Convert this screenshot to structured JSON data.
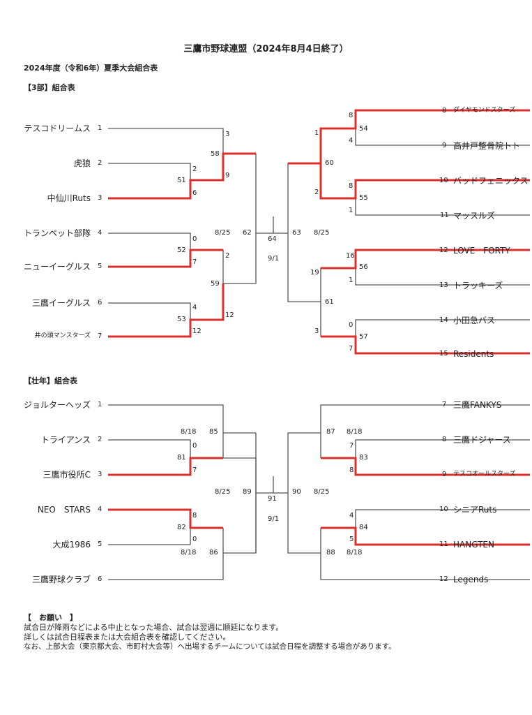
{
  "document": {
    "title": "三鷹市野球連盟（2024年8月4日終了）",
    "subtitle": "2024年度（令和6年）夏季大会組合表"
  },
  "division3": {
    "heading": "【3部】組合表",
    "teams_left": [
      {
        "name": "テスコドリームス",
        "no": "1"
      },
      {
        "name": "虎狼",
        "no": "2"
      },
      {
        "name": "中仙川Ruts",
        "no": "3"
      },
      {
        "name": "トランペット部隊",
        "no": "4"
      },
      {
        "name": "ニューイーグルス",
        "no": "5"
      },
      {
        "name": "三鷹イーグルス",
        "no": "6"
      },
      {
        "name": "井の頭マンスターズ",
        "no": "7"
      }
    ],
    "teams_right": [
      {
        "name": "ダイヤモンドスターズ",
        "no": "8"
      },
      {
        "name": "高井戸整骨院トト",
        "no": "9"
      },
      {
        "name": "バッドフェニックス",
        "no": "10"
      },
      {
        "name": "マッスルズ",
        "no": "11"
      },
      {
        "name": "LOVE　FORTY",
        "no": "12"
      },
      {
        "name": "トラッキーズ",
        "no": "13"
      },
      {
        "name": "小田急バス",
        "no": "14"
      },
      {
        "name": "Residents",
        "no": "15"
      }
    ],
    "games": {
      "g51": "51",
      "g52": "52",
      "g53": "53",
      "g54": "54",
      "g55": "55",
      "g56": "56",
      "g57": "57",
      "g58": "58",
      "g59": "59",
      "g60": "60",
      "g61": "61",
      "g62": "62",
      "g63": "63",
      "g64": "64"
    },
    "scores": {
      "s1": "3",
      "s2": "2",
      "s3": "6",
      "s4": "0",
      "s5": "7",
      "s6": "4",
      "s7": "12",
      "s51": "9",
      "s52": "2",
      "s53": "12",
      "s8": "8",
      "s9": "4",
      "s10": "8",
      "s11": "1",
      "s12": "16",
      "s13": "1",
      "s14": "0",
      "s15": "7",
      "s54": "1",
      "s55": "2",
      "s56": "19",
      "s57": "3"
    },
    "dates": {
      "left": "8/25",
      "right": "8/25",
      "final": "9/1"
    }
  },
  "masters": {
    "heading": "【壮年】組合表",
    "teams_left": [
      {
        "name": "ジョルターヘッズ",
        "no": "1"
      },
      {
        "name": "トライアンス",
        "no": "2"
      },
      {
        "name": "三鷹市役所C",
        "no": "3"
      },
      {
        "name": "NEO　STARS",
        "no": "4"
      },
      {
        "name": "大成1986",
        "no": "5"
      },
      {
        "name": "三鷹野球クラブ",
        "no": "6"
      }
    ],
    "teams_right": [
      {
        "name": "三鷹FANKYS",
        "no": "7"
      },
      {
        "name": "三鷹ドジャース",
        "no": "8"
      },
      {
        "name": "テスコオールスターズ",
        "no": "9"
      },
      {
        "name": "シニアRuts",
        "no": "10"
      },
      {
        "name": "HANGTEN",
        "no": "11"
      },
      {
        "name": "Legends",
        "no": "12"
      }
    ],
    "games": {
      "g81": "81",
      "g82": "82",
      "g83": "83",
      "g84": "84",
      "g85": "85",
      "g86": "86",
      "g87": "87",
      "g88": "88",
      "g89": "89",
      "g90": "90",
      "g91": "91"
    },
    "scores": {
      "s2": "0",
      "s3": "7",
      "s4": "8",
      "s5": "0",
      "s8": "7",
      "s9": "8",
      "s10": "4",
      "s11": "5"
    },
    "dates": {
      "d85": "8/18",
      "d86": "8/18",
      "d87": "8/18",
      "d88": "8/18",
      "left": "8/25",
      "right": "8/25",
      "final": "9/1"
    }
  },
  "notes": {
    "heading": "【　お願い　】",
    "line1": "試合日が降雨などによる中止となった場合、試合は翌週に順延になります。",
    "line2": "詳しくは試合日程表または大会組合表を確認してください。",
    "line3": "なお、上部大会（東京都大会、市町村大会等）へ出場するチームについては試合日程を調整する場合があります。"
  },
  "colors": {
    "line": "#555555",
    "winner": "#d9302c"
  }
}
